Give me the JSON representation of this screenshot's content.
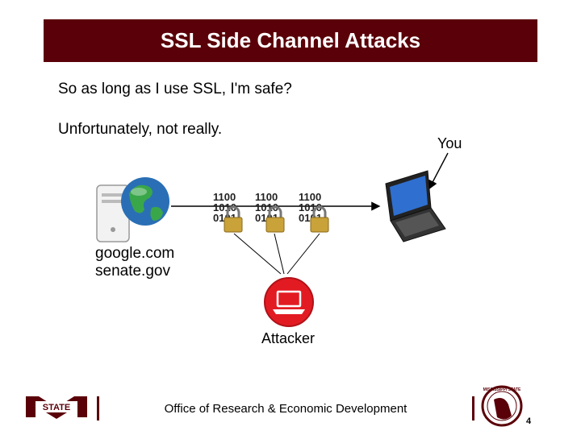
{
  "slide": {
    "title": "SSL Side Channel Attacks",
    "line1": "So as long as I use SSL, I'm safe?",
    "line2": "Unfortunately, not really.",
    "you_label": "You",
    "server_label_1": "google.com",
    "server_label_2": "senate.gov",
    "attacker_label": "Attacker",
    "packet_bits": [
      "1100",
      "1010",
      "0101"
    ],
    "footer_text": "Office of Research & Economic Development",
    "page_number": "4",
    "logo_left_text": "STATE",
    "logo_right_text": "MISSISSIPPI STATE"
  },
  "colors": {
    "maroon": "#5a0008",
    "attacker_red": "#e21b22",
    "lock_gold": "#c9a23a"
  }
}
